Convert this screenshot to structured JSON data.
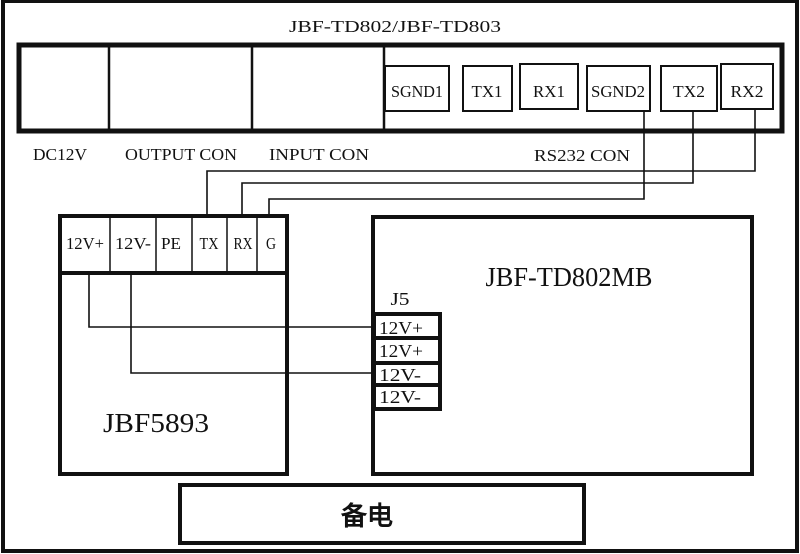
{
  "title": "JBF-TD802/JBF-TD803",
  "top_panel": {
    "sections": [
      "DC12V",
      "OUTPUT  CON",
      "INPUT  CON",
      "RS232  CON"
    ],
    "terminals": [
      "SGND1",
      "TX1",
      "RX1",
      "SGND2",
      "TX2",
      "RX2"
    ]
  },
  "left_module": {
    "name": "JBF5893",
    "terminals": [
      "12V+",
      "12V-",
      "PE",
      "TX",
      "RX",
      "G"
    ]
  },
  "right_module": {
    "name": "JBF-TD802MB",
    "connector": "J5",
    "pins": [
      "12V+",
      "12V+",
      "12V-",
      "12V-"
    ]
  },
  "battery": {
    "label": "备电"
  }
}
